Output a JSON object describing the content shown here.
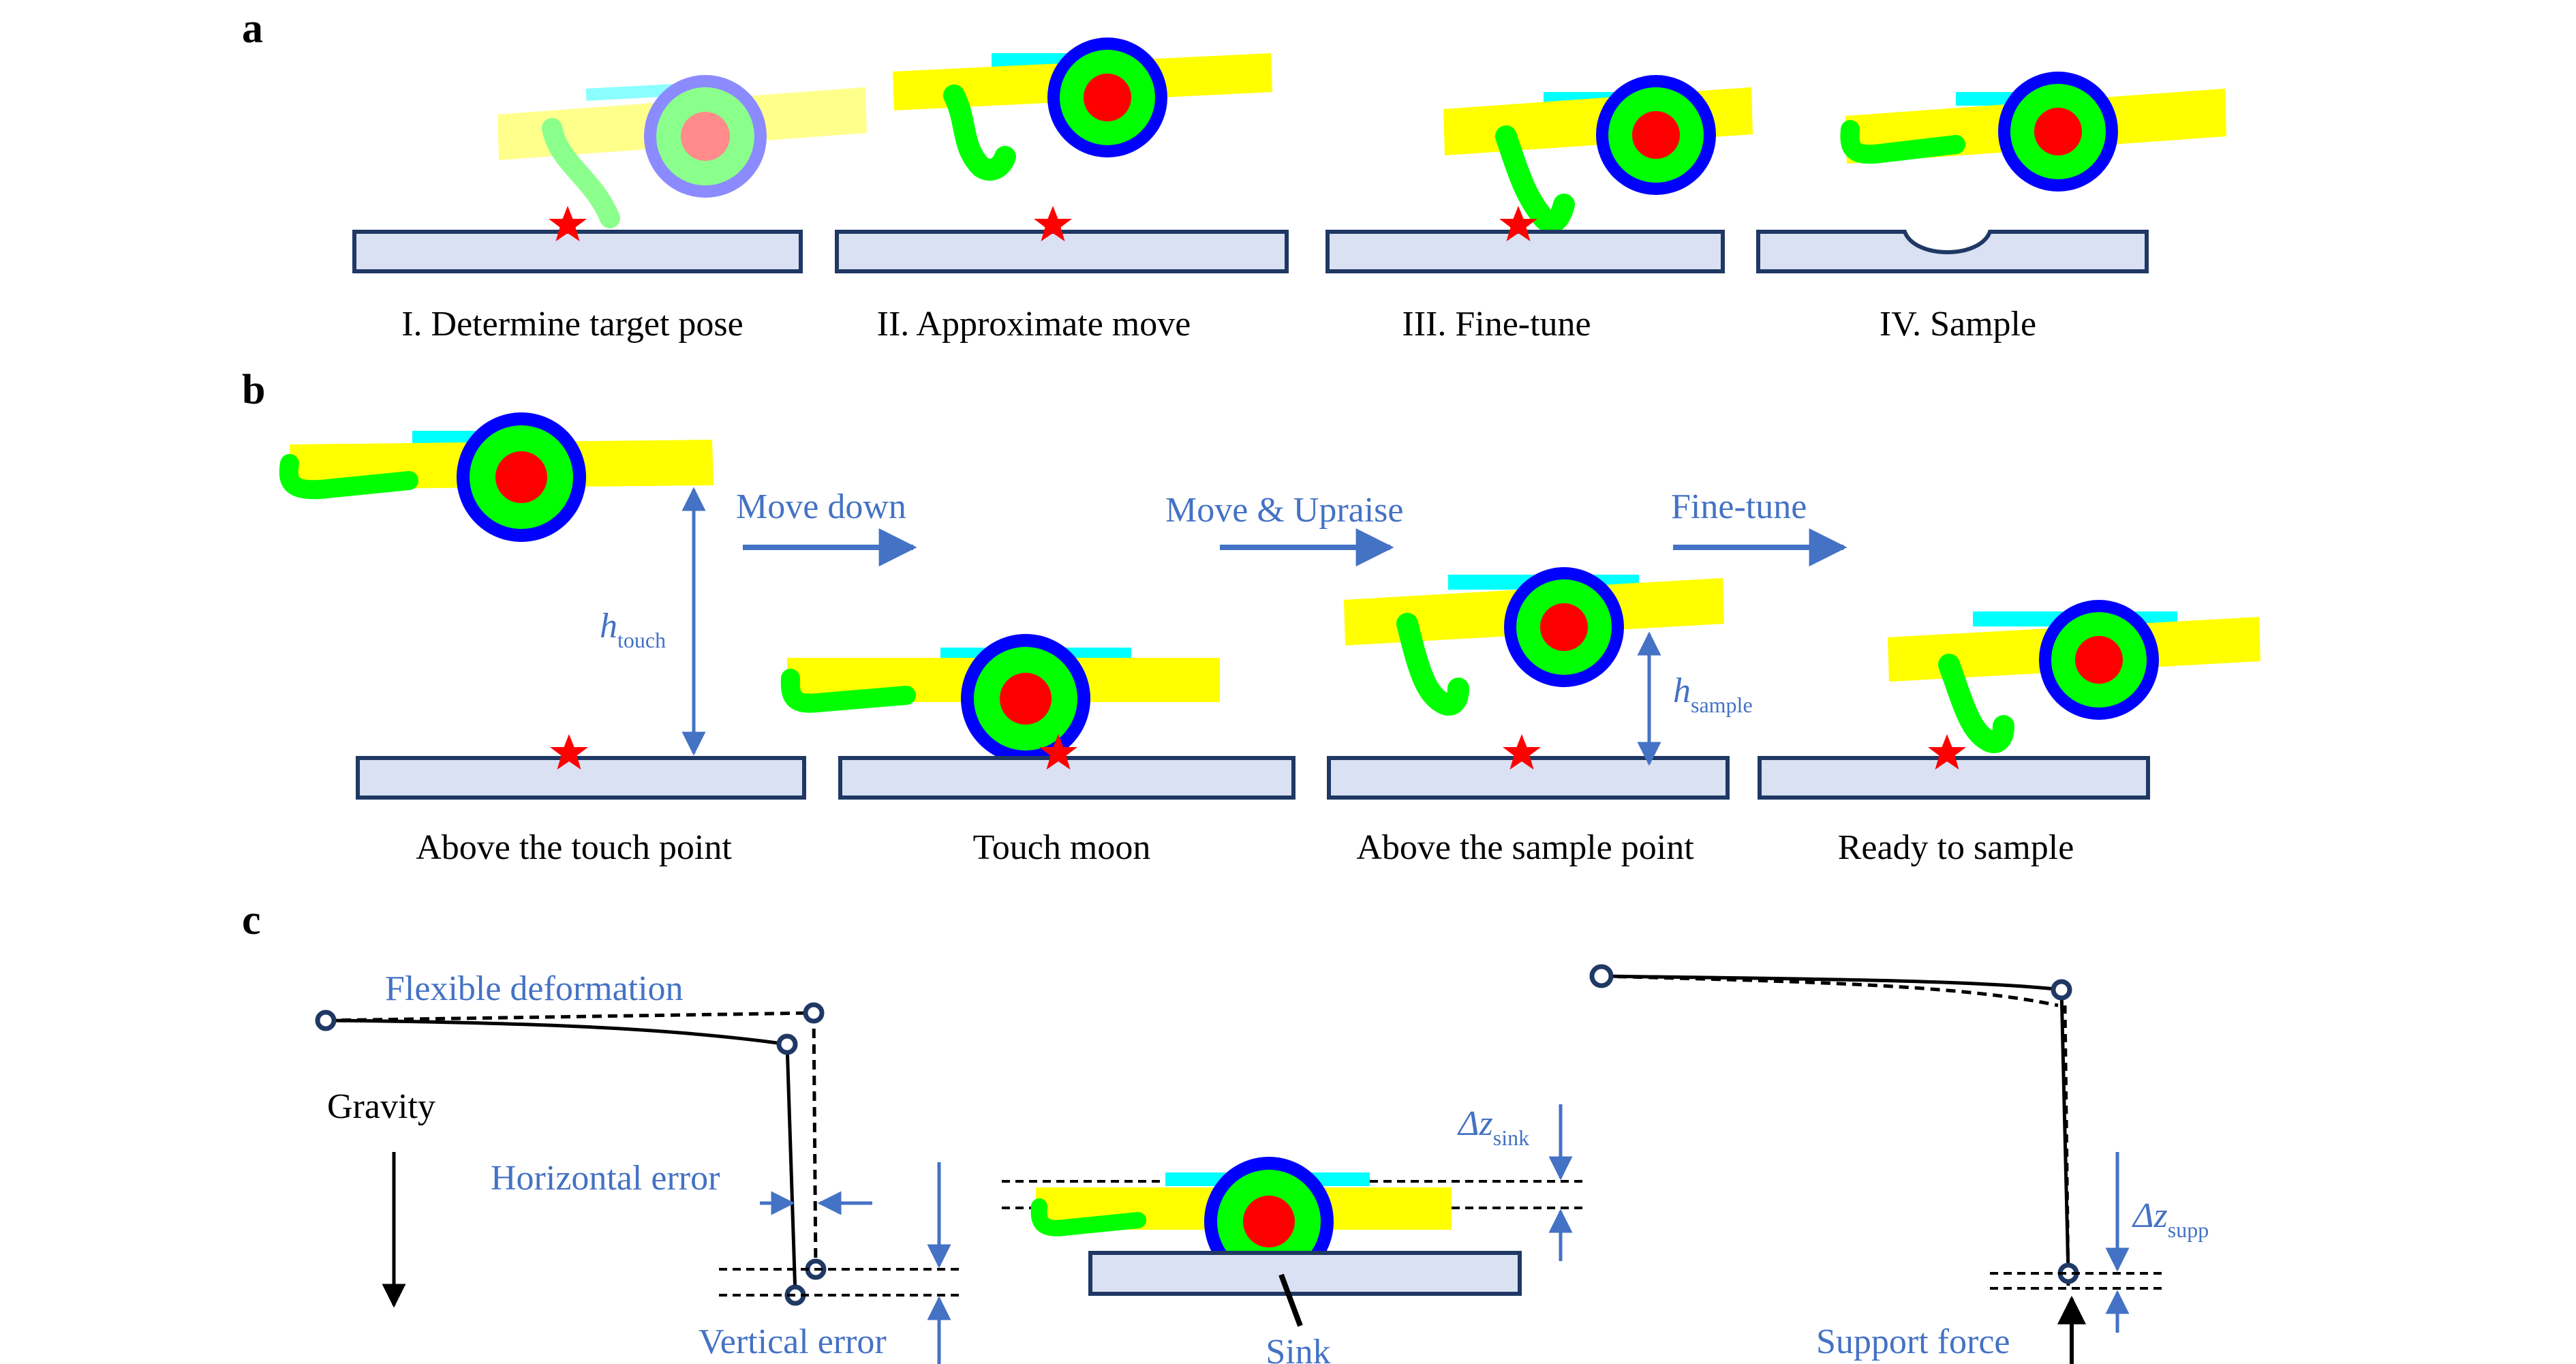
{
  "colors": {
    "platform_fill": "#D9E1F2",
    "platform_stroke": "#1F3864",
    "bar": "#FFFF00",
    "bar_faded": "#FFFFB3",
    "cyan": "#00FFFF",
    "ring_outer": "#0000FF",
    "ring_mid": "#00FF00",
    "core": "#FF0000",
    "arrow": "#4472C4",
    "star": "#FF0000"
  },
  "panel_a": {
    "letter": "a",
    "captions": [
      "I. Determine target pose",
      "II. Approximate move",
      "III. Fine-tune",
      "IV. Sample"
    ]
  },
  "panel_b": {
    "letter": "b",
    "captions": [
      "Above the touch point",
      "Touch moon",
      "Above the sample point",
      "Ready to sample"
    ],
    "arrows": [
      "Move down",
      "Move & Upraise",
      "Fine-tune"
    ],
    "h_touch": {
      "symbol": "h",
      "sub": "touch"
    },
    "h_sample": {
      "symbol": "h",
      "sub": "sample"
    }
  },
  "panel_c": {
    "letter": "c",
    "flexible_deformation": "Flexible deformation",
    "gravity": "Gravity",
    "horizontal_error": "Horizontal error",
    "vertical_error": "Vertical error",
    "sink": "Sink",
    "dz_sink": {
      "symbol": "Δz",
      "sub": "sink"
    },
    "dz_supp": {
      "symbol": "Δz",
      "sub": "supp"
    },
    "support_force": "Support force"
  }
}
